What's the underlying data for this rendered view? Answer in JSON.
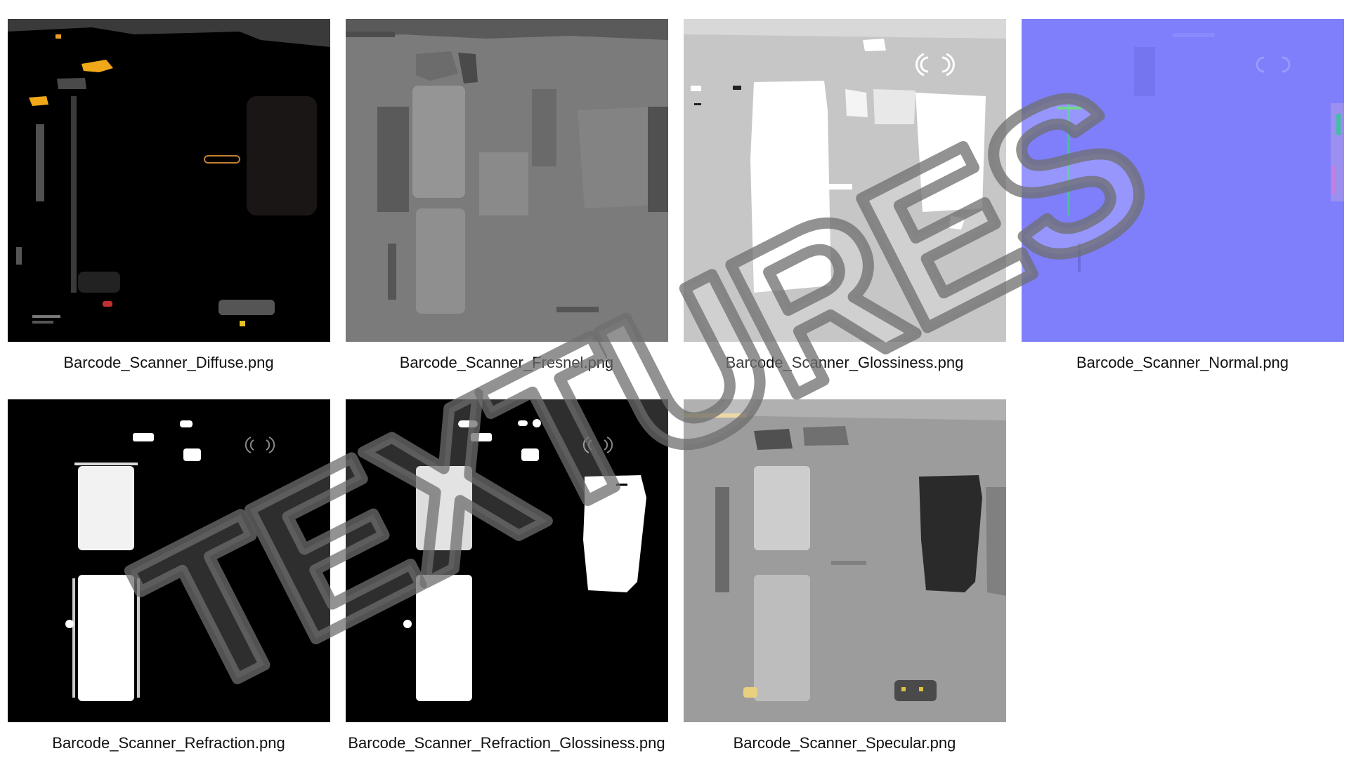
{
  "gallery": {
    "items": [
      {
        "filename": "Barcode_Scanner_Diffuse.png"
      },
      {
        "filename": "Barcode_Scanner_Fresnel.png"
      },
      {
        "filename": "Barcode_Scanner_Glossiness.png"
      },
      {
        "filename": "Barcode_Scanner_Normal.png"
      },
      {
        "filename": "Barcode_Scanner_Refraction.png"
      },
      {
        "filename": "Barcode_Scanner_Refraction_Glossiness.png"
      },
      {
        "filename": "Barcode_Scanner_Specular.png"
      }
    ]
  },
  "watermark": {
    "text": "TEXTURES"
  }
}
